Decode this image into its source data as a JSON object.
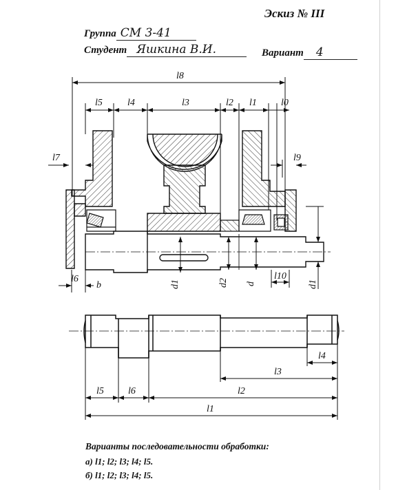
{
  "sheet": {
    "title": "Эскиз № III",
    "group_label": "Группа",
    "group_value": "СМ 3-41",
    "student_label": "Студент",
    "student_value": "Яшкина В.И.",
    "variant_label": "Вариант",
    "variant_value": "4"
  },
  "assembly_dims": {
    "l8": "l8",
    "l5": "l5",
    "l4": "l4",
    "l3": "l3",
    "l2": "l2",
    "l1": "l1",
    "l0": "l0",
    "l7": "l7",
    "l9": "l9",
    "l6": "l6",
    "l10": "l10",
    "b": "b",
    "d1a": "d1",
    "d2": "d2",
    "d": "d",
    "d1b": "d1"
  },
  "shaft_dims": {
    "l5": "l5",
    "l6": "l6",
    "l1": "l1",
    "l2": "l2",
    "l3": "l3",
    "l4": "l4"
  },
  "caption": {
    "heading": "Варианты последовательности обработки:",
    "option_a": "а) l1; l2; l3; l4; l5.",
    "option_b": "б) l1; l2; l3; l4; l5."
  }
}
